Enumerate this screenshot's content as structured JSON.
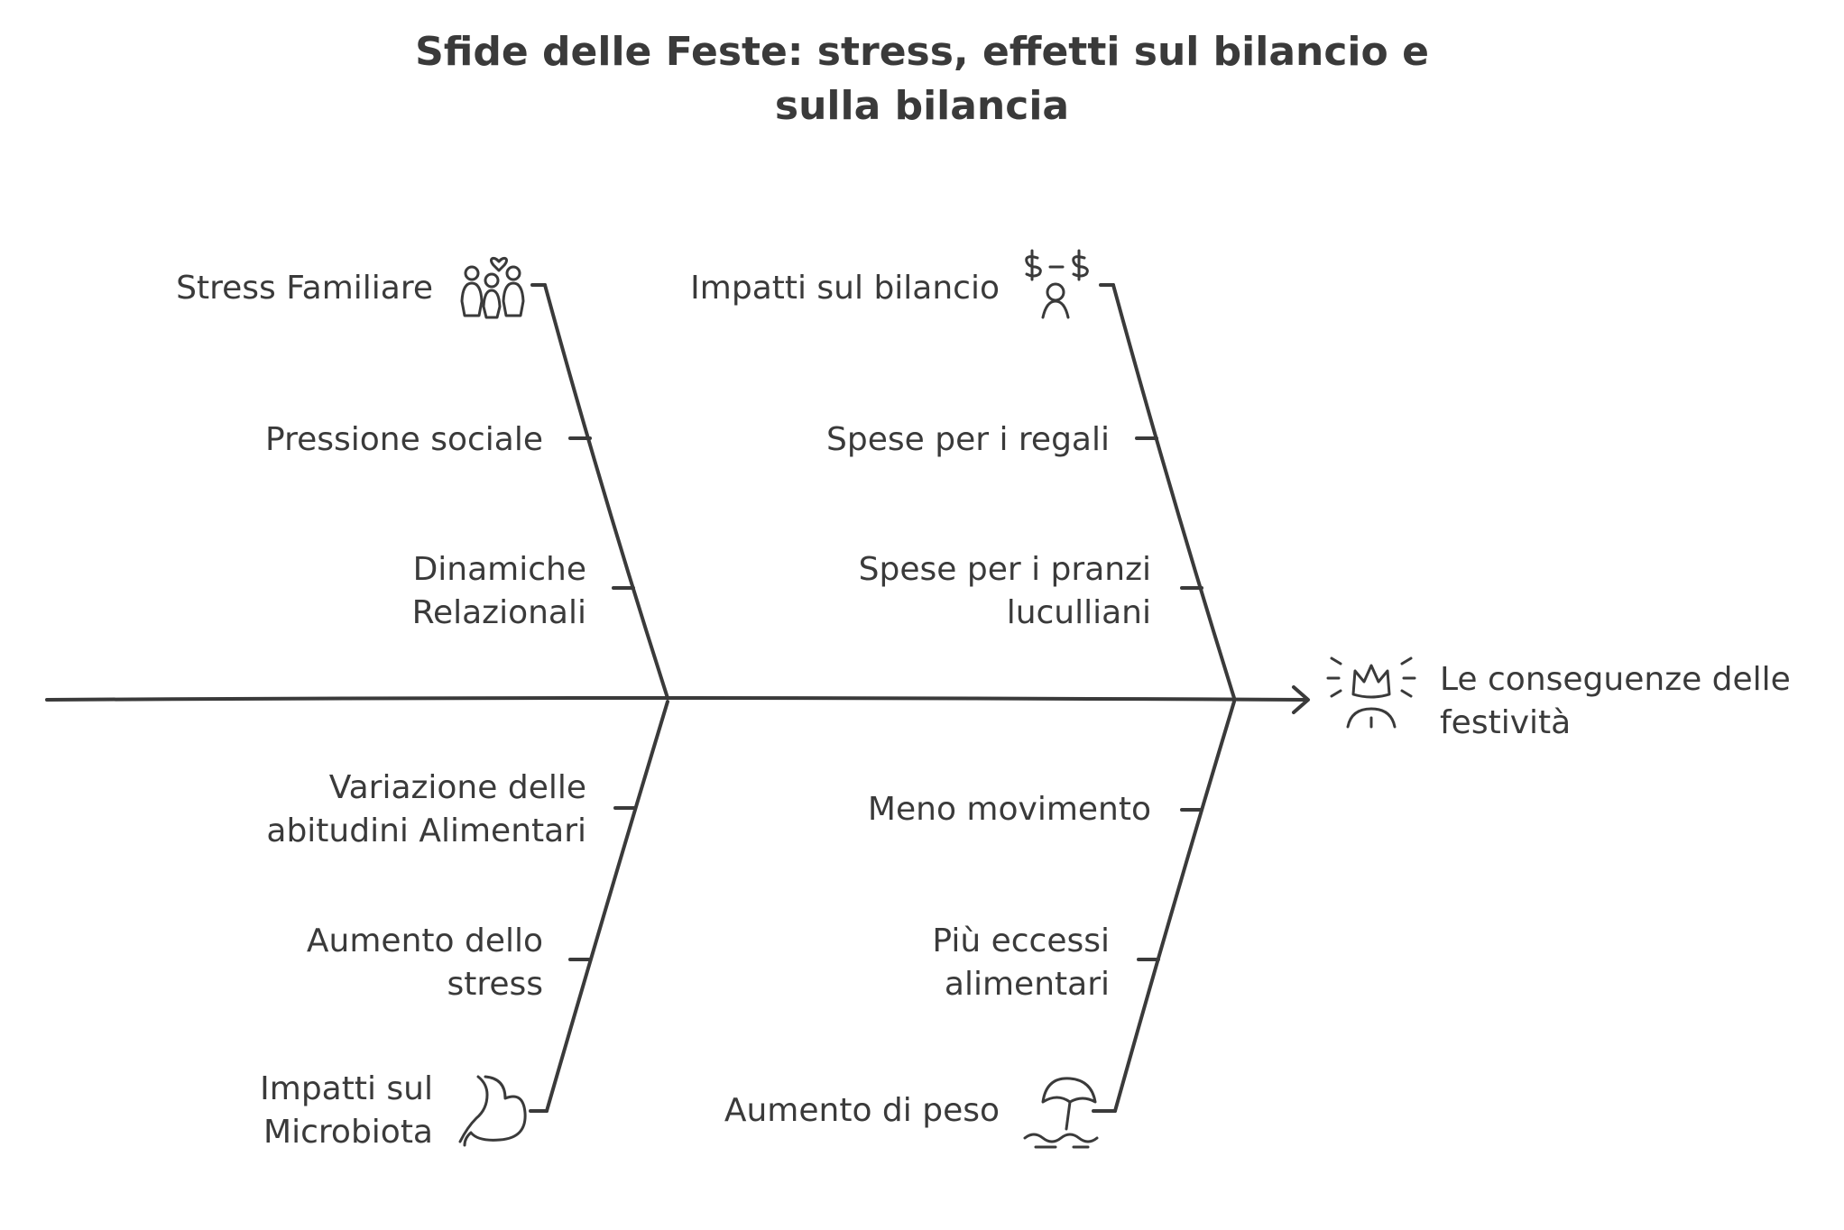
{
  "title": {
    "line1": "Sfide delle Feste: stress, effetti sul bilancio e",
    "line2": "sulla bilancia"
  },
  "effect": {
    "line1": "Le conseguenze delle",
    "line2": "festività",
    "icon": "crowned-person-icon"
  },
  "categories": {
    "stress_familiare": {
      "label": "Stress Familiare",
      "icon": "family-heart-icon"
    },
    "impatti_bilancio": {
      "label": "Impatti sul bilancio",
      "icon": "money-person-icon"
    },
    "impatti_microbiota": {
      "line1": "Impatti sul",
      "line2": "Microbiota",
      "icon": "stomach-icon"
    },
    "aumento_peso": {
      "label": "Aumento di peso",
      "icon": "beach-umbrella-icon"
    }
  },
  "causes": {
    "pressione_sociale": "Pressione sociale",
    "dinamiche": {
      "line1": "Dinamiche",
      "line2": "Relazionali"
    },
    "spese_regali": "Spese per i regali",
    "spese_pranzi": {
      "line1": "Spese per i pranzi",
      "line2": "luculliani"
    },
    "variazione": {
      "line1": "Variazione delle",
      "line2": "abitudini Alimentari"
    },
    "aumento_stress": {
      "line1": "Aumento dello",
      "line2": "stress"
    },
    "meno_movimento": "Meno movimento",
    "eccessi": {
      "line1": "Più eccessi",
      "line2": "alimentari"
    }
  },
  "colors": {
    "ink": "#3a3a3a",
    "background": "#ffffff"
  }
}
